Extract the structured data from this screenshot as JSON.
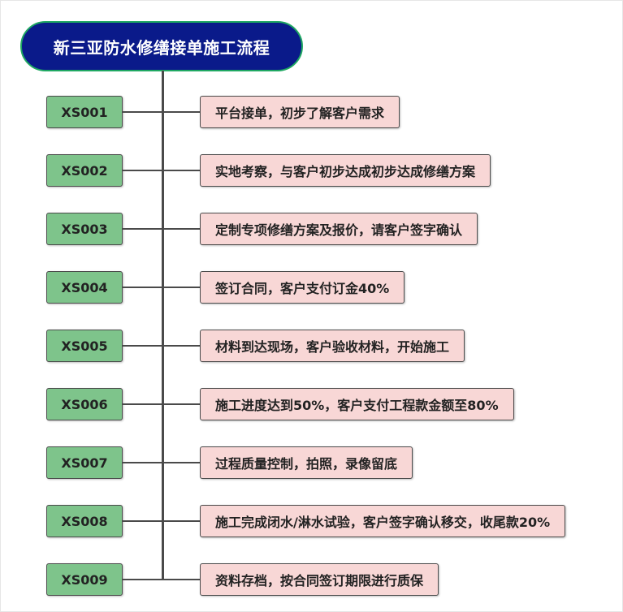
{
  "title": "新三亚防水修缮接单施工流程",
  "colors": {
    "title_bg": "#0a1a8a",
    "title_border": "#1fa862",
    "code_bg": "#7ec48b",
    "step_bg": "#f8d7d6",
    "line": "#4a4a4a"
  },
  "steps": [
    {
      "code": "XS001",
      "text": "平台接单，初步了解客户需求"
    },
    {
      "code": "XS002",
      "text": "实地考察，与客户初步达成初步达成修缮方案"
    },
    {
      "code": "XS003",
      "text": "定制专项修缮方案及报价，请客户签字确认"
    },
    {
      "code": "XS004",
      "text": "签订合同，客户支付订金40%"
    },
    {
      "code": "XS005",
      "text": "材料到达现场，客户验收材料，开始施工"
    },
    {
      "code": "XS006",
      "text": "施工进度达到50%，客户支付工程款金额至80%"
    },
    {
      "code": "XS007",
      "text": "过程质量控制，拍照，录像留底"
    },
    {
      "code": "XS008",
      "text": "施工完成闭水/淋水试验，客户签字确认移交，收尾款20%"
    },
    {
      "code": "XS009",
      "text": "资料存档，按合同签订期限进行质保"
    }
  ]
}
